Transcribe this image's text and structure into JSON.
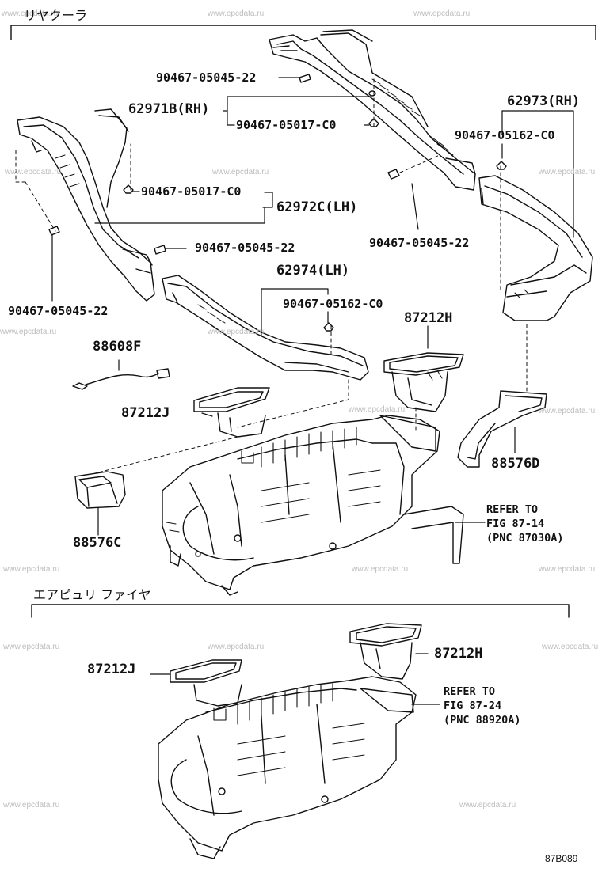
{
  "watermark": "www.epcdata.ru",
  "sections": {
    "rear_cooler": "リヤクーラ",
    "air_purifier": "エアピュリ ファイヤ"
  },
  "parts": {
    "screw_top": "90467-05045-22",
    "duct_62971B": "62971B(RH)",
    "clip_62971B": "90467-05017-C0",
    "duct_62973": "62973(RH)",
    "clip_62973": "90467-05162-C0",
    "clip_62972C": "90467-05017-C0",
    "duct_62972C": "62972C(LH)",
    "screw_left_mid": "90467-05045-22",
    "screw_right_mid": "90467-05045-22",
    "duct_62974": "62974(LH)",
    "clip_62974": "90467-05162-C0",
    "screw_left_low": "90467-05045-22",
    "wire_88608F": "88608F",
    "grille_87212H_top": "87212H",
    "grille_87212J_top": "87212J",
    "duct_88576D": "88576D",
    "duct_88576C": "88576C",
    "grille_87212J_bottom": "87212J",
    "grille_87212H_bottom": "87212H"
  },
  "refs": {
    "top": {
      "line1": "REFER TO",
      "line2": "FIG 87-14",
      "line3": "(PNC 87030A)"
    },
    "bottom": {
      "line1": "REFER TO",
      "line2": "FIG 87-24",
      "line3": "(PNC 88920A)"
    }
  },
  "figure_code": "87B089"
}
